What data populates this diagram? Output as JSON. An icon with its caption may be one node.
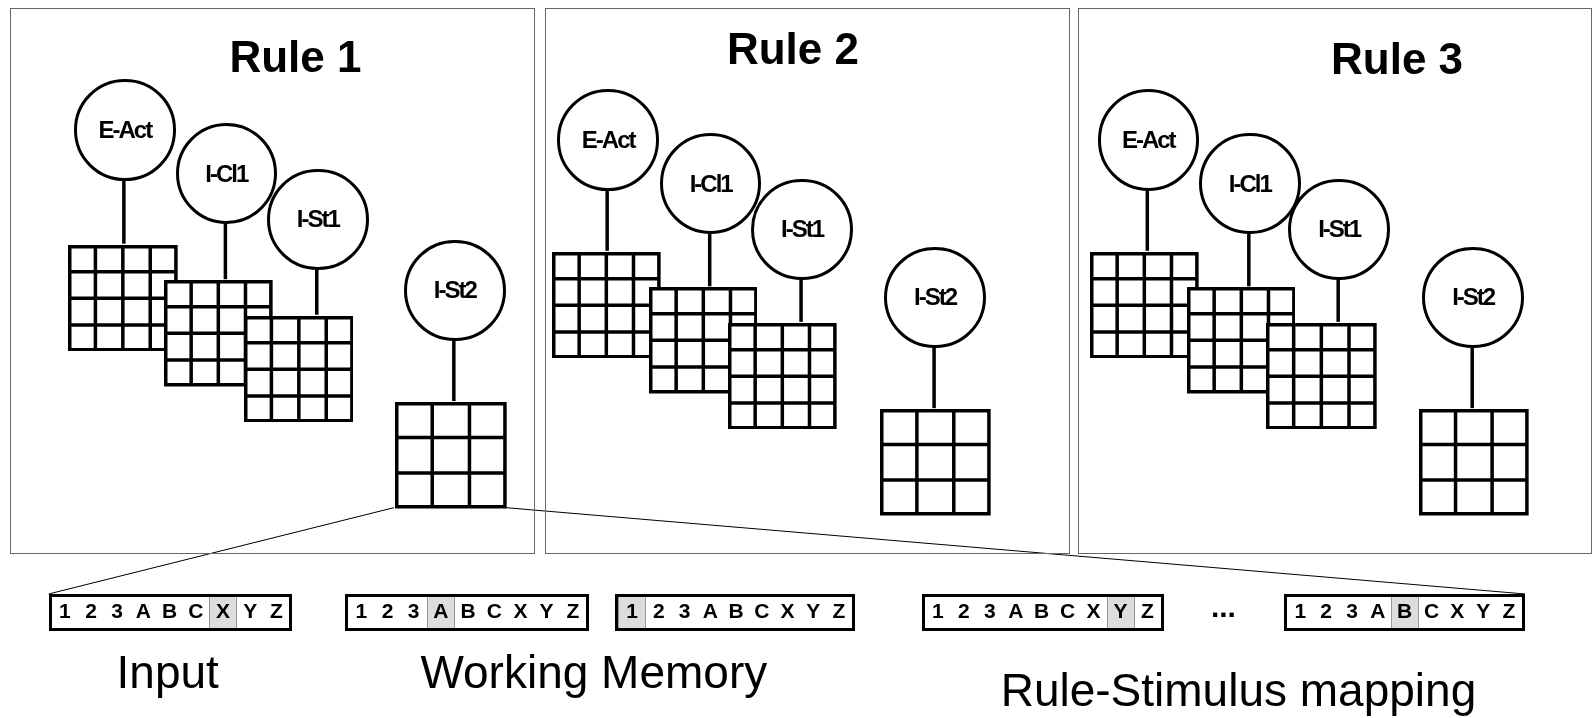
{
  "diagram": {
    "nodes": [
      {
        "text": [
          "Rule 1"
        ]
      },
      {
        "text": [
          "E-Act"
        ],
        "in": 0
      },
      {
        "text": [
          "I-Cl1"
        ],
        "in": 0
      },
      {
        "text": [
          "I-St1"
        ],
        "in": 0
      },
      {
        "text": [
          "I-St2"
        ],
        "in": 0
      },
      {
        "text": [],
        "shape": "grid",
        "in": 0
      },
      {
        "text": [],
        "shape": "grid",
        "in": 0
      },
      {
        "text": [],
        "shape": "grid",
        "in": 0
      },
      {
        "text": [],
        "shape": "grid",
        "in": 0
      },
      {
        "text": [
          "Rule 2"
        ]
      },
      {
        "text": [
          "E-Act"
        ],
        "in": 9
      },
      {
        "text": [
          "I-Cl1"
        ],
        "in": 9
      },
      {
        "text": [
          "I-St1"
        ],
        "in": 9
      },
      {
        "text": [
          "I-St2"
        ],
        "in": 9
      },
      {
        "text": [],
        "shape": "grid",
        "in": 9
      },
      {
        "text": [],
        "shape": "grid",
        "in": 9
      },
      {
        "text": [],
        "shape": "grid",
        "in": 9
      },
      {
        "text": [],
        "shape": "grid",
        "in": 9
      },
      {
        "text": [
          "Rule 3"
        ]
      },
      {
        "text": [
          "E-Act"
        ],
        "in": 18
      },
      {
        "text": [
          "I-Cl1"
        ],
        "in": 18
      },
      {
        "text": [
          "I-St1"
        ],
        "in": 18
      },
      {
        "text": [
          "I-St2"
        ],
        "in": 18
      },
      {
        "text": [],
        "shape": "grid",
        "in": 18
      },
      {
        "text": [],
        "shape": "grid",
        "in": 18
      },
      {
        "text": [],
        "shape": "grid",
        "in": 18
      },
      {
        "text": [],
        "shape": "grid",
        "in": 18
      },
      {
        "text": [
          "1",
          "2",
          "3",
          "A",
          "B",
          "C",
          "X",
          "Y",
          "Z"
        ]
      },
      {
        "text": [
          "1",
          "2",
          "3",
          "A",
          "B",
          "C",
          "X",
          "Y",
          "Z"
        ]
      },
      {
        "text": [
          "1",
          "2",
          "3",
          "A",
          "B",
          "C",
          "X",
          "Y",
          "Z"
        ]
      },
      {
        "text": [
          "1",
          "2",
          "3",
          "A",
          "B",
          "C",
          "X",
          "Y",
          "Z"
        ]
      },
      {
        "text": [
          "1",
          "2",
          "3",
          "A",
          "B",
          "C",
          "X",
          "Y",
          "Z"
        ]
      }
    ],
    "edges": [
      {
        "from": 1,
        "to": 5,
        "arrow": "none"
      },
      {
        "from": 2,
        "to": 6,
        "arrow": "none"
      },
      {
        "from": 3,
        "to": 7,
        "arrow": "none"
      },
      {
        "from": 4,
        "to": 8,
        "arrow": "none"
      },
      {
        "from": 10,
        "to": 14,
        "arrow": "none"
      },
      {
        "from": 11,
        "to": 15,
        "arrow": "none"
      },
      {
        "from": 12,
        "to": 16,
        "arrow": "none"
      },
      {
        "from": 13,
        "to": 17,
        "arrow": "none"
      },
      {
        "from": 19,
        "to": 23,
        "arrow": "none"
      },
      {
        "from": 20,
        "to": 24,
        "arrow": "none"
      },
      {
        "from": 21,
        "to": 25,
        "arrow": "none"
      },
      {
        "from": 22,
        "to": 26,
        "arrow": "none"
      },
      {
        "from": 8,
        "to": 27,
        "arrow": "none"
      },
      {
        "from": 8,
        "to": 31,
        "arrow": "none"
      }
    ],
    "labels": [
      "...",
      "Input",
      "Working Memory",
      "Rule-Stimulus mapping"
    ]
  }
}
